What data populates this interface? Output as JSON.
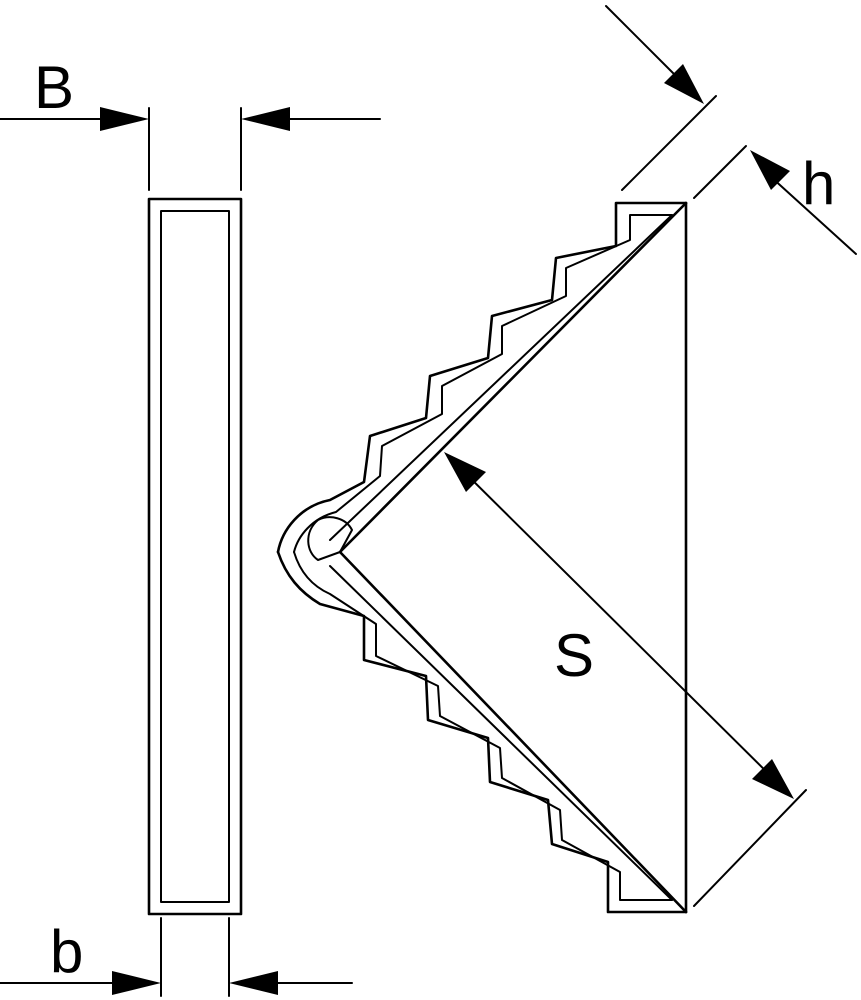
{
  "labels": {
    "B": "B",
    "b": "b",
    "h": "h",
    "S": "S"
  },
  "colors": {
    "line": "#000000",
    "background": "#ffffff"
  }
}
